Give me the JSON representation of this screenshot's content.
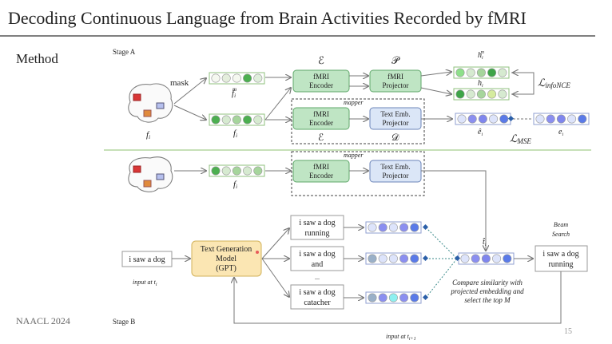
{
  "slide": {
    "title": "Decoding Continuous Language from Brain Activities Recorded by fMRI",
    "section": "Method",
    "footer": "NAACL 2024",
    "page_number": "15"
  },
  "stage_a": {
    "label": "Stage A",
    "mask_label": "mask",
    "brain_label": "f",
    "brain_sub": "i",
    "masked_vector_label": "f",
    "masked_vector_sub": "i",
    "masked_vector_sup": "m",
    "vector_label": "f",
    "vector_sub": "i",
    "encoder_symbol": "ℰ",
    "projector_symbol": "𝒫",
    "decoder_symbol": "𝒟",
    "fmri_encoder": [
      "fMRI",
      "Encoder"
    ],
    "fmri_projector": [
      "fMRI",
      "Projector"
    ],
    "text_projector": [
      "Text Emb.",
      "Projector"
    ],
    "mapper_label": "mapper",
    "h_masked_label": "h",
    "h_masked_sub": "i",
    "h_masked_sup": "m",
    "h_label": "h",
    "h_sub": "i",
    "loss_infonce": "ℒ",
    "loss_infonce_sub": "infoNCE",
    "e_hat_label": "ê",
    "e_hat_sub": "i",
    "e_label": "e",
    "e_sub": "i",
    "loss_mse": "ℒ",
    "loss_mse_sub": "MSE"
  },
  "stage_b": {
    "label": "Stage B",
    "input_box": "i saw a dog",
    "input_caption": "input at t",
    "input_caption_sub": "i",
    "gpt_box": [
      "Text Generation",
      "Model",
      "(GPT)"
    ],
    "candidates": [
      [
        "i saw a dog",
        "running"
      ],
      [
        "i saw a dog",
        "and"
      ],
      [
        "i saw a dog",
        "catacher"
      ]
    ],
    "ellipsis": "...",
    "t_hat_label": "t̂",
    "t_hat_sub": "i",
    "compare_text": [
      "Compare similarity with",
      "projected embedding and",
      "select the top M"
    ],
    "beam_search": [
      "Beam",
      "Search"
    ],
    "output_box": [
      "i saw a dog",
      "running"
    ],
    "feedback_caption": "input at t",
    "feedback_caption_sub": "i+1"
  },
  "colors": {
    "encoder_fill": "#bfe5c4",
    "encoder_border": "#5fa86a",
    "text_projector_fill": "#dbe6f7",
    "text_projector_border": "#6b84b8",
    "gpt_fill": "#fbe6b3",
    "gpt_border": "#d2b25a",
    "separator": "#8cc26f",
    "vector_green_border": "#8fc07e",
    "vector_blue_border": "#8f9fd0"
  },
  "vectors": {
    "f_masked": [
      "#f5f8f0",
      "#e4eedc",
      "#f5f8f0",
      "#4caf50",
      "#dfeedb"
    ],
    "f": [
      "#4caf50",
      "#d6ead0",
      "#a6d59c",
      "#4caf50",
      "#d6ead0"
    ],
    "h_masked": [
      "#8ee08a",
      "#d6ead0",
      "#a6d59c",
      "#3ea548",
      "#d6ead0"
    ],
    "h": [
      "#3ea548",
      "#d6ead0",
      "#a6d59c",
      "#d5eb9e",
      "#d6ead0"
    ],
    "e_hat": [
      "#dde4fb",
      "#8b8ff0",
      "#7f86ee",
      "#dde4fb",
      "#5a7ae8"
    ],
    "e": [
      "#dde4fb",
      "#8b8ff0",
      "#7f86ee",
      "#dde4fb",
      "#5a7ae8"
    ],
    "f_b": [
      "#4caf50",
      "#d6ead0",
      "#a6d59c",
      "#d6ead0",
      "#a6d59c"
    ],
    "cand1": [
      "#dde4fb",
      "#8b8ff0",
      "#dde4fb",
      "#8b8ff0",
      "#5a7ae8"
    ],
    "cand2": [
      "#9ab0c8",
      "#dde4fb",
      "#dde4fb",
      "#8b8ff0",
      "#5a7ae8"
    ],
    "cand3": [
      "#9ab0c8",
      "#8b8ff0",
      "#8ef0f0",
      "#8b8ff0",
      "#5a7ae8"
    ],
    "t_hat": [
      "#dde4fb",
      "#8b8ff0",
      "#7f86ee",
      "#dde4fb",
      "#5a7ae8"
    ]
  }
}
